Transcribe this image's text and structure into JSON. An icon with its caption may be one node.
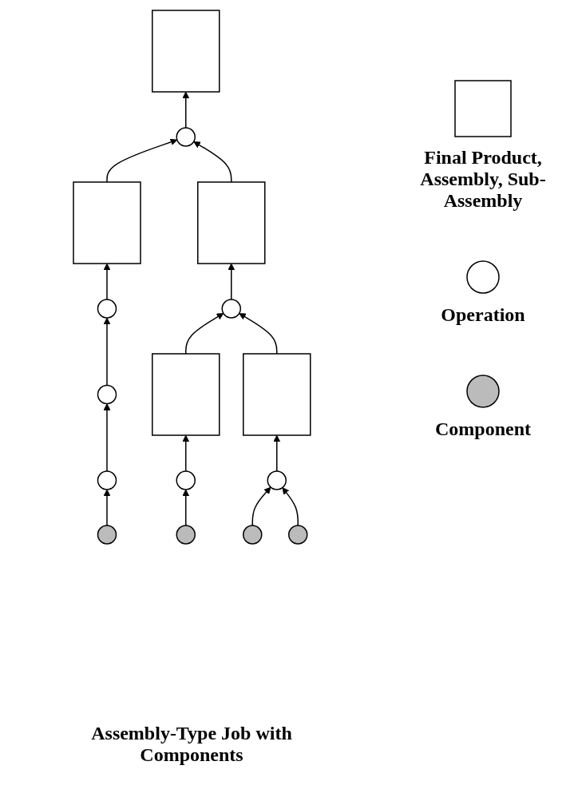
{
  "diagram": {
    "caption": "Assembly-Type Job with Components",
    "nodes": [
      {
        "text": [],
        "shape": "box"
      },
      {
        "text": [],
        "shape": "circle"
      },
      {
        "text": [],
        "shape": "box"
      },
      {
        "text": [],
        "shape": "box"
      },
      {
        "text": [],
        "shape": "circle"
      },
      {
        "text": [],
        "shape": "circle"
      },
      {
        "text": [],
        "shape": "circle"
      },
      {
        "text": [],
        "shape": "box"
      },
      {
        "text": [],
        "shape": "box"
      },
      {
        "text": [],
        "shape": "circle"
      },
      {
        "text": [],
        "shape": "circle"
      },
      {
        "text": [],
        "shape": "circle"
      },
      {
        "text": [],
        "shape": "circle"
      },
      {
        "text": [],
        "shape": "circle"
      },
      {
        "text": [],
        "shape": "circle"
      },
      {
        "text": [],
        "shape": "circle"
      }
    ],
    "edges": [
      {
        "from": 1,
        "to": 0,
        "arrow": "to"
      },
      {
        "from": 2,
        "to": 1,
        "arrow": "to"
      },
      {
        "from": 3,
        "to": 1,
        "arrow": "to"
      },
      {
        "from": 4,
        "to": 2,
        "arrow": "to"
      },
      {
        "from": 5,
        "to": 3,
        "arrow": "to"
      },
      {
        "from": 6,
        "to": 4,
        "arrow": "to"
      },
      {
        "from": 7,
        "to": 5,
        "arrow": "to"
      },
      {
        "from": 8,
        "to": 5,
        "arrow": "to"
      },
      {
        "from": 9,
        "to": 6,
        "arrow": "to"
      },
      {
        "from": 10,
        "to": 7,
        "arrow": "to"
      },
      {
        "from": 11,
        "to": 8,
        "arrow": "to"
      },
      {
        "from": 12,
        "to": 9,
        "arrow": "to"
      },
      {
        "from": 13,
        "to": 10,
        "arrow": "to"
      },
      {
        "from": 14,
        "to": 11,
        "arrow": "to"
      },
      {
        "from": 15,
        "to": 11,
        "arrow": "to"
      }
    ],
    "legend": [
      {
        "text": "Final Product, Assembly, Sub-Assembly"
      },
      {
        "text": "Operation"
      },
      {
        "text": "Component"
      }
    ]
  }
}
